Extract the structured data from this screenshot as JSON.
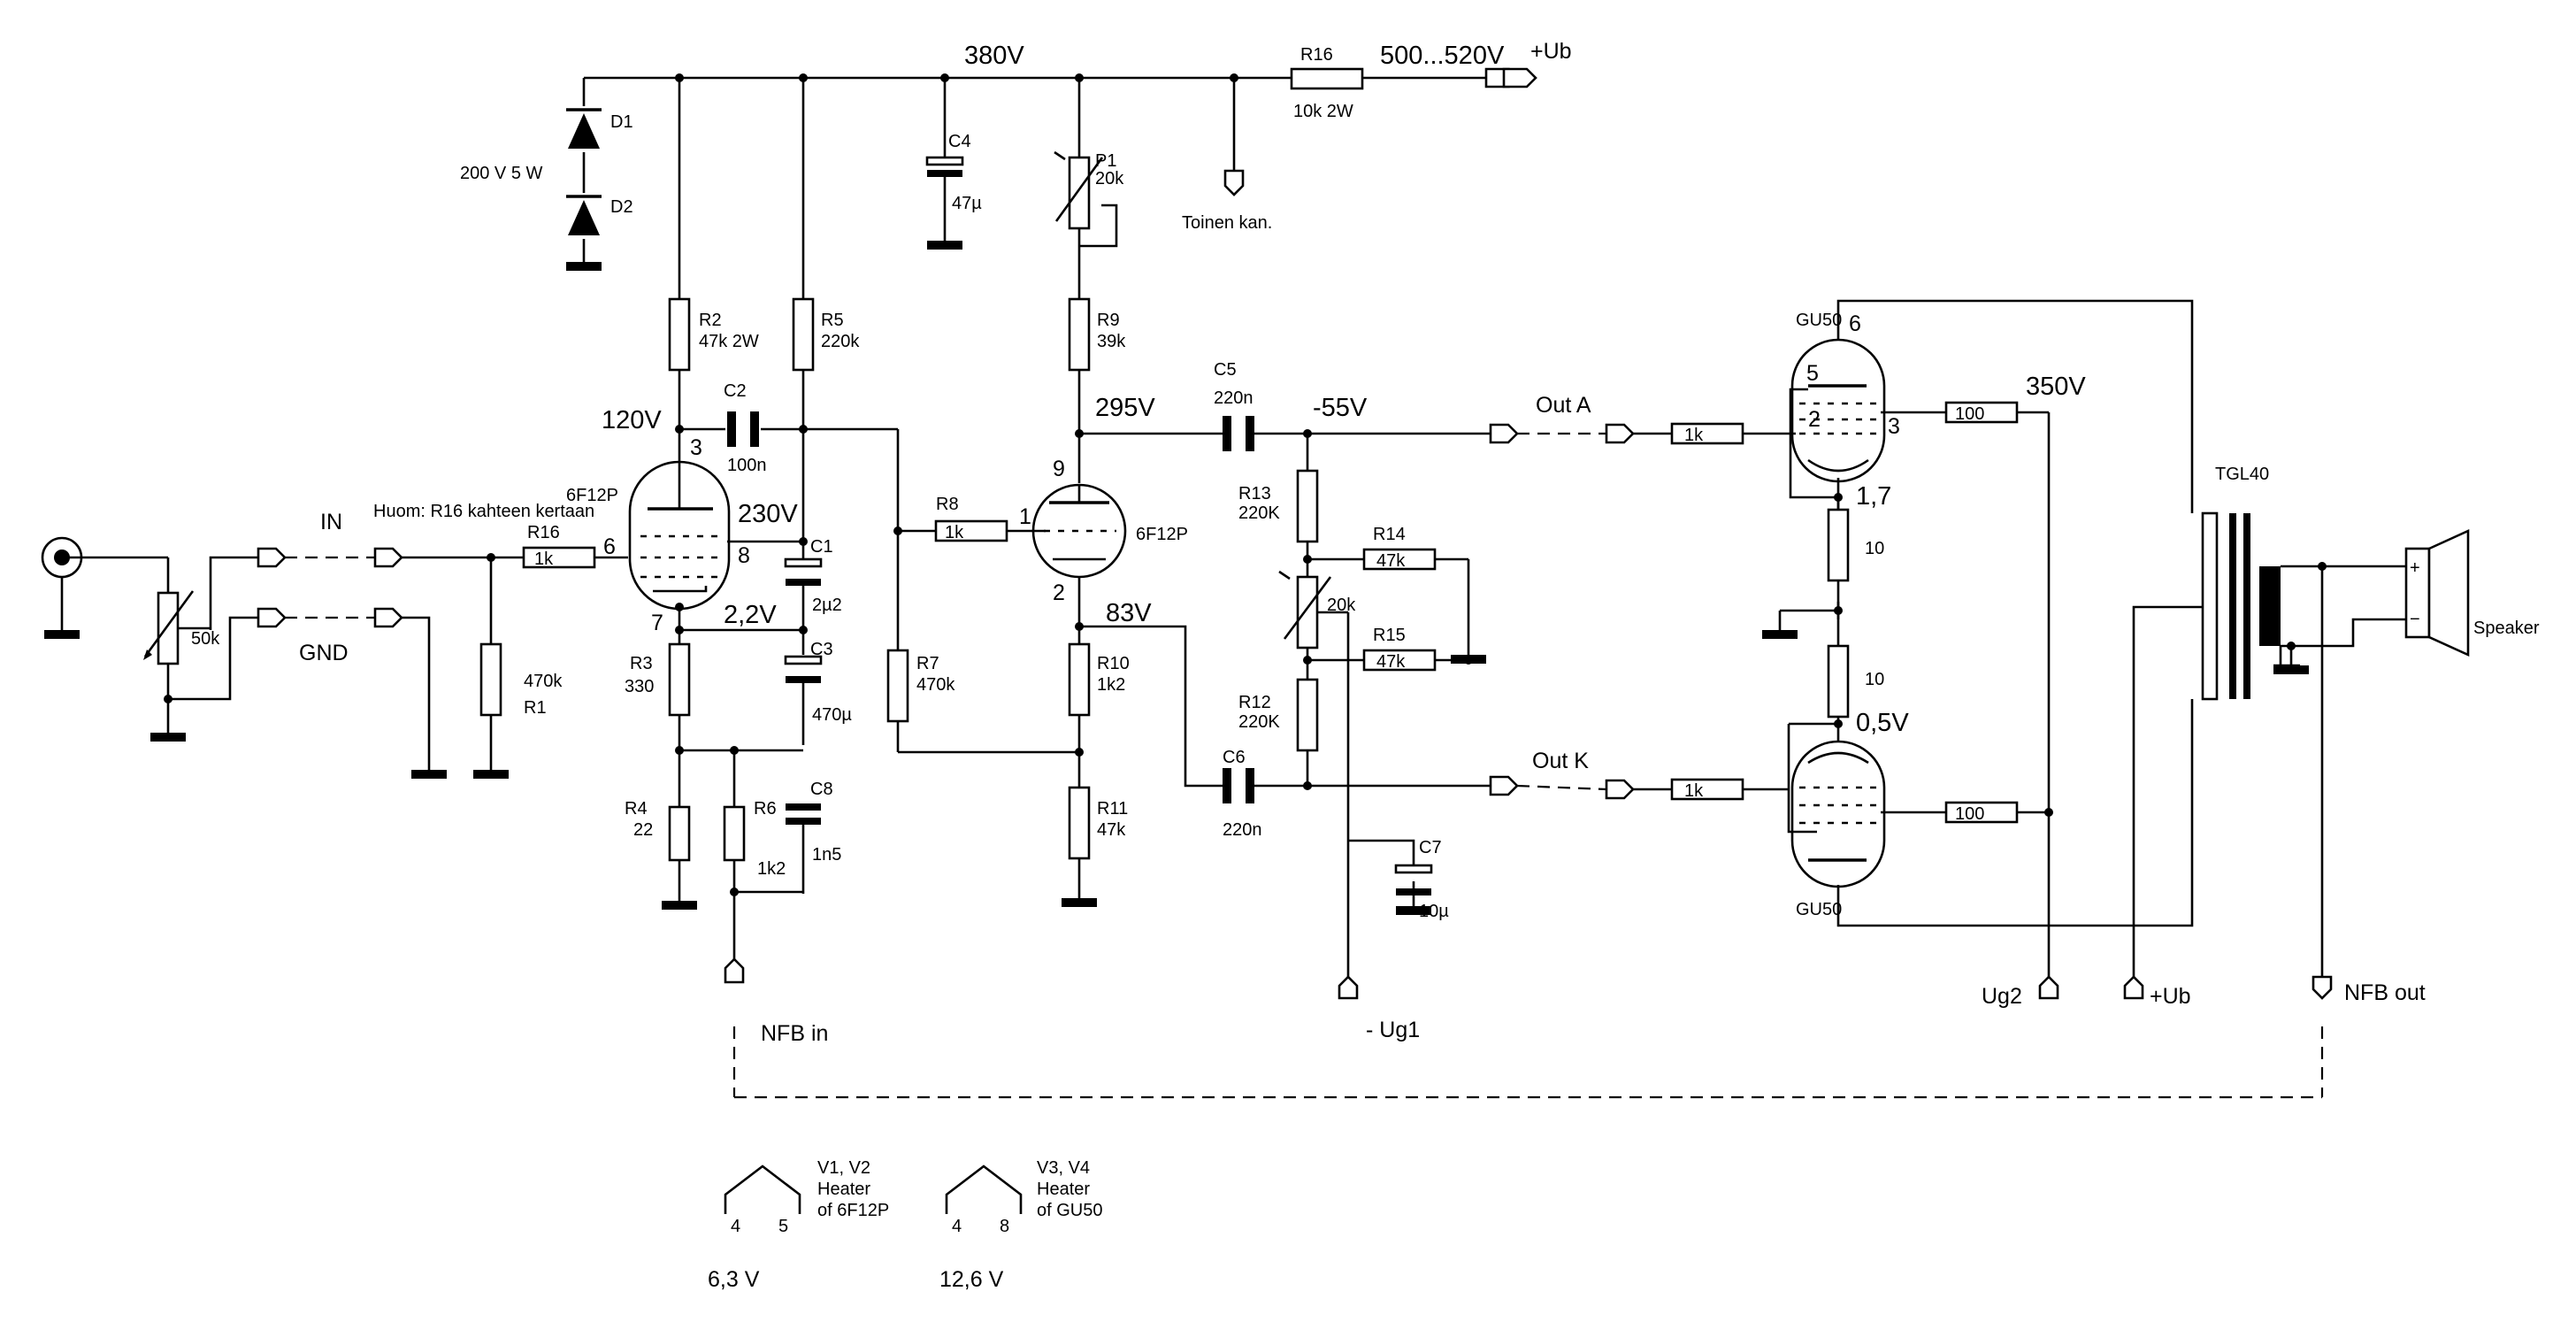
{
  "rails": {
    "b380": "380V",
    "supply": "500...520V",
    "ub": "+Ub",
    "other_channel": "Toinen kan."
  },
  "components": {
    "D1": "D1",
    "D2": "D2",
    "zener": "200 V 5 W",
    "R16s": "R16",
    "R16s_val": "10k 2W",
    "C4": "C4",
    "C4_val": "47µ",
    "P1": "P1",
    "P1_val": "20k",
    "R2": "R2",
    "R2_val": "47k 2W",
    "R5": "R5",
    "R5_val": "220k",
    "R9": "R9",
    "R9_val": "39k",
    "C2": "C2",
    "C2_val": "100n",
    "C5": "C5",
    "C5_val": "220n",
    "R8": "R8",
    "R8_val": "1k",
    "R16": "R16",
    "R16_val": "1k",
    "C1": "C1",
    "C1_val": "2µ2",
    "C3": "C3",
    "C3_val": "470µ",
    "C8": "C8",
    "C8_val": "1n5",
    "R3": "R3",
    "R3_val": "330",
    "R4": "R4",
    "R4_val": "22",
    "R6": "R6",
    "R6_val": "1k2",
    "R7": "R7",
    "R7_val": "470k",
    "R1": "R1",
    "R1_val": "470k",
    "R10": "R10",
    "R10_val": "1k2",
    "R11": "R11",
    "R11_val": "47k",
    "R13": "R13",
    "R13_val": "220K",
    "R12": "R12",
    "R12_val": "220K",
    "R14": "R14",
    "R14_val": "47k",
    "R15": "R15",
    "R15_val": "47k",
    "P2_val": "20k",
    "C6": "C6",
    "C6_val": "220n",
    "C7": "C7",
    "C7_val": "10µ",
    "pot_val": "50k",
    "gridA_val": "1k",
    "gridK_val": "1k",
    "g2A_val": "100",
    "g2K_val": "100",
    "ktop_val": "10",
    "kbot_val": "10"
  },
  "tubes": {
    "v1": "6F12P",
    "v2": "6F12P",
    "v3": "GU50",
    "v4": "GU50",
    "p6": "6",
    "p8": "8",
    "p7": "7",
    "p3": "3",
    "p9": "9",
    "p1": "1",
    "p2": "2",
    "g6": "6",
    "g5": "5",
    "g2": "2",
    "g3": "3"
  },
  "voltages": {
    "v120": "120V",
    "v230": "230V",
    "v22": "2,2V",
    "v295": "295V",
    "v83": "83V",
    "vm55": "-55V",
    "v350": "350V",
    "v17": "1,7",
    "v05": "0,5V"
  },
  "labels": {
    "in": "IN",
    "gnd": "GND",
    "note": "Huom: R16 kahteen kertaan",
    "out_a": "Out A",
    "out_k": "Out K",
    "tgl": "TGL40",
    "speaker": "Speaker",
    "plus": "+",
    "minus": "−",
    "nfb_in": "NFB in",
    "nfb_out": "NFB out",
    "ug1": "- Ug1",
    "ug2": "Ug2",
    "ub2": "+Ub"
  },
  "heaters": {
    "h1_title": "V1, V2",
    "h1_line2": "Heater",
    "h1_line3": "of 6F12P",
    "h1_pa": "4",
    "h1_pb": "5",
    "h1_v": "6,3 V",
    "h2_title": "V3, V4",
    "h2_line2": "Heater",
    "h2_line3": "of GU50",
    "h2_pa": "4",
    "h2_pb": "8",
    "h2_v": "12,6 V"
  }
}
